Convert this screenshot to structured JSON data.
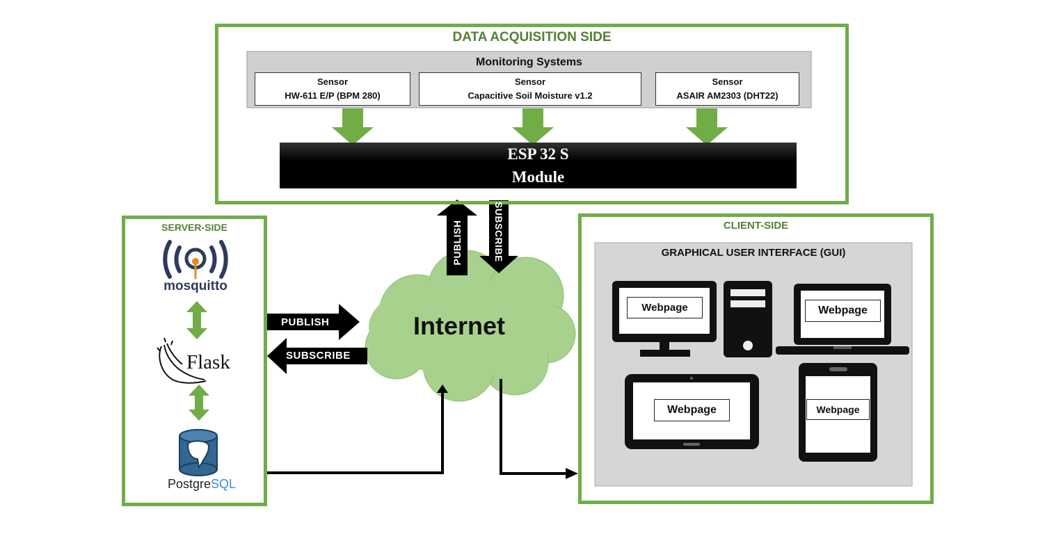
{
  "acquisition": {
    "title": "DATA ACQUISITION SIDE",
    "monitoring_title": "Monitoring Systems",
    "sensors": [
      {
        "line1": "Sensor",
        "line2": "HW-611 E/P (BPM 280)"
      },
      {
        "line1": "Sensor",
        "line2": "Capacitive Soil Moisture v1.2"
      },
      {
        "line1": "Sensor",
        "line2": "ASAIR AM2303 (DHT22)"
      }
    ],
    "esp_line1": "ESP 32 S",
    "esp_line2": "Module"
  },
  "server": {
    "title": "SERVER-SIDE",
    "mosquitto_logo": "mosquitto",
    "flask_logo": "Flask",
    "postgres_logo_a": "Postgre",
    "postgres_logo_b": "SQL"
  },
  "cloud": {
    "label": "Internet",
    "publish_horizontal": "PUBLISH",
    "subscribe_horizontal": "SUBSCRIBE",
    "publish_vertical": "PUBLISH",
    "subscribe_vertical": "SUBSCRIBE"
  },
  "client": {
    "title": "CLIENT-SIDE",
    "gui_title": "GRAPHICAL USER INTERFACE (GUI)",
    "webpages": [
      "Webpage",
      "Webpage",
      "Webpage",
      "Webpage"
    ]
  },
  "colors": {
    "accent_green": "#70ad47",
    "title_green": "#538135",
    "cloud_green": "#a9d18e"
  }
}
